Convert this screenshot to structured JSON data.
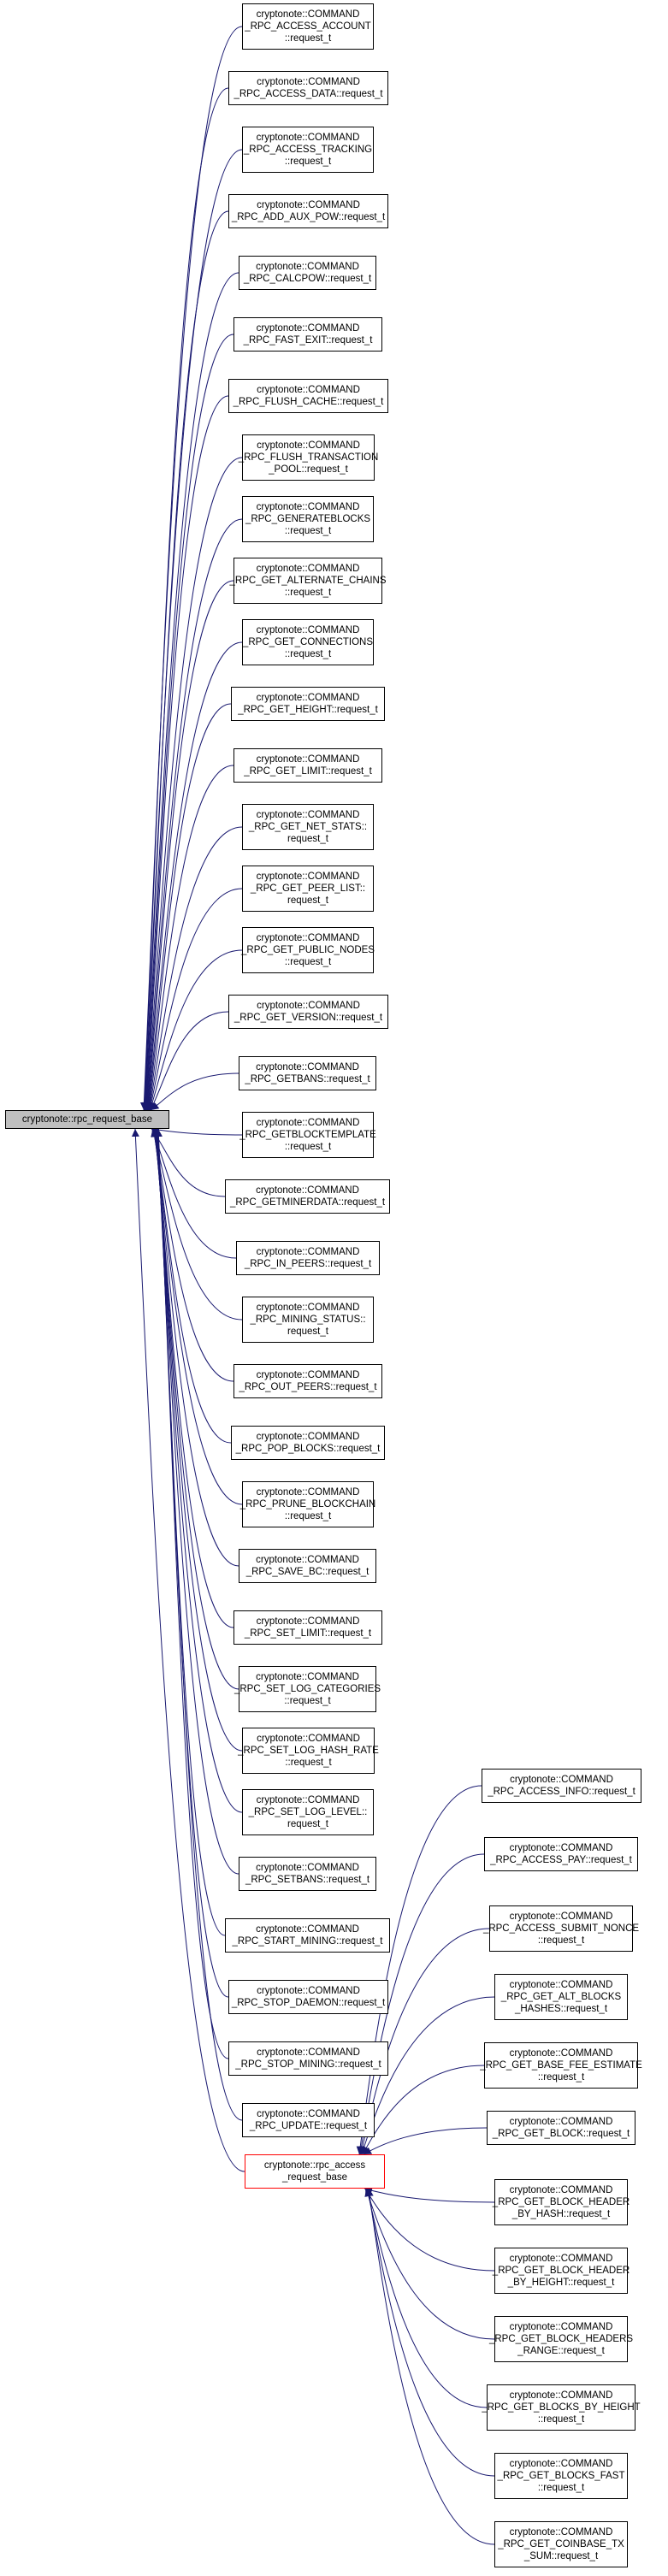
{
  "colors": {
    "edge": "#191970",
    "node_border": "#000000",
    "base_fill": "#bfbfbf",
    "highlight_border": "#ff0000"
  },
  "base_class": "cryptonote::rpc_request_base",
  "access_base_class": "cryptonote::rpc_access\n_request_base",
  "left_children": [
    "cryptonote::COMMAND\n_RPC_ACCESS_ACCOUNT\n::request_t",
    "cryptonote::COMMAND\n_RPC_ACCESS_DATA::request_t",
    "cryptonote::COMMAND\n_RPC_ACCESS_TRACKING\n::request_t",
    "cryptonote::COMMAND\n_RPC_ADD_AUX_POW::request_t",
    "cryptonote::COMMAND\n_RPC_CALCPOW::request_t",
    "cryptonote::COMMAND\n_RPC_FAST_EXIT::request_t",
    "cryptonote::COMMAND\n_RPC_FLUSH_CACHE::request_t",
    "cryptonote::COMMAND\n_RPC_FLUSH_TRANSACTION\n_POOL::request_t",
    "cryptonote::COMMAND\n_RPC_GENERATEBLOCKS\n::request_t",
    "cryptonote::COMMAND\n_RPC_GET_ALTERNATE_CHAINS\n::request_t",
    "cryptonote::COMMAND\n_RPC_GET_CONNECTIONS\n::request_t",
    "cryptonote::COMMAND\n_RPC_GET_HEIGHT::request_t",
    "cryptonote::COMMAND\n_RPC_GET_LIMIT::request_t",
    "cryptonote::COMMAND\n_RPC_GET_NET_STATS::\nrequest_t",
    "cryptonote::COMMAND\n_RPC_GET_PEER_LIST::\nrequest_t",
    "cryptonote::COMMAND\n_RPC_GET_PUBLIC_NODES\n::request_t",
    "cryptonote::COMMAND\n_RPC_GET_VERSION::request_t",
    "cryptonote::COMMAND\n_RPC_GETBANS::request_t",
    "cryptonote::COMMAND\n_RPC_GETBLOCKTEMPLATE\n::request_t",
    "cryptonote::COMMAND\n_RPC_GETMINERDATA::request_t",
    "cryptonote::COMMAND\n_RPC_IN_PEERS::request_t",
    "cryptonote::COMMAND\n_RPC_MINING_STATUS::\nrequest_t",
    "cryptonote::COMMAND\n_RPC_OUT_PEERS::request_t",
    "cryptonote::COMMAND\n_RPC_POP_BLOCKS::request_t",
    "cryptonote::COMMAND\n_RPC_PRUNE_BLOCKCHAIN\n::request_t",
    "cryptonote::COMMAND\n_RPC_SAVE_BC::request_t",
    "cryptonote::COMMAND\n_RPC_SET_LIMIT::request_t",
    "cryptonote::COMMAND\n_RPC_SET_LOG_CATEGORIES\n::request_t",
    "cryptonote::COMMAND\n_RPC_SET_LOG_HASH_RATE\n::request_t",
    "cryptonote::COMMAND\n_RPC_SET_LOG_LEVEL::\nrequest_t",
    "cryptonote::COMMAND\n_RPC_SETBANS::request_t",
    "cryptonote::COMMAND\n_RPC_START_MINING::request_t",
    "cryptonote::COMMAND\n_RPC_STOP_DAEMON::request_t",
    "cryptonote::COMMAND\n_RPC_STOP_MINING::request_t",
    "cryptonote::COMMAND\n_RPC_UPDATE::request_t"
  ],
  "right_children": [
    "cryptonote::COMMAND\n_RPC_ACCESS_INFO::request_t",
    "cryptonote::COMMAND\n_RPC_ACCESS_PAY::request_t",
    "cryptonote::COMMAND\n_RPC_ACCESS_SUBMIT_NONCE\n::request_t",
    "cryptonote::COMMAND\n_RPC_GET_ALT_BLOCKS\n_HASHES::request_t",
    "cryptonote::COMMAND\n_RPC_GET_BASE_FEE_ESTIMATE\n::request_t",
    "cryptonote::COMMAND\n_RPC_GET_BLOCK::request_t",
    "cryptonote::COMMAND\n_RPC_GET_BLOCK_HEADER\n_BY_HASH::request_t",
    "cryptonote::COMMAND\n_RPC_GET_BLOCK_HEADER\n_BY_HEIGHT::request_t",
    "cryptonote::COMMAND\n_RPC_GET_BLOCK_HEADERS\n_RANGE::request_t",
    "cryptonote::COMMAND\n_RPC_GET_BLOCKS_BY_HEIGHT\n::request_t",
    "cryptonote::COMMAND\n_RPC_GET_BLOCKS_FAST\n::request_t",
    "cryptonote::COMMAND\n_RPC_GET_COINBASE_TX\n_SUM::request_t"
  ]
}
